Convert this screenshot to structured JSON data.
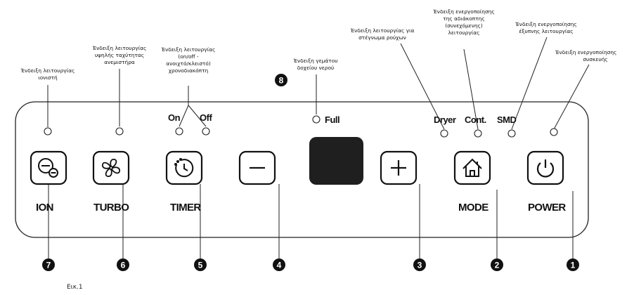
{
  "annotations": {
    "ioniser": [
      "Ένδειξη λειτουργίας",
      "ιονιστή"
    ],
    "turbo": [
      "Ένδειξη λειτουργίας",
      "υψηλής ταχύτητας",
      "ανεμιστήρα"
    ],
    "timer": [
      "Ένδειξη λειτουργίας",
      "(on/off -",
      "ανοιχτό/κλειστό)",
      "χρονοδιακόπτη"
    ],
    "full": [
      "Ένδειξη γεμάτου",
      "δοχείου νερού"
    ],
    "dryer": [
      "Ένδειξη λειτουργίας για",
      "στέγνωμα ρούχων"
    ],
    "cont": [
      "Ένδειξη",
      "ενεργοποίησης",
      "της αδιάκοπτης",
      "(συνεχόμενης)",
      "λειτουργίας"
    ],
    "smd": [
      "Ένδειξη ενεργοποίησης",
      "έξυπνης λειτουργίας"
    ],
    "power": [
      "Ένδειξη ενεργοποίησης",
      "συσκευής"
    ]
  },
  "indicator_labels": {
    "on": "On",
    "off": "Off",
    "full": "Full",
    "dryer": "Dryer",
    "cont": "Cont.",
    "smd": "SMD"
  },
  "buttons": {
    "ion": "ION",
    "turbo": "TURBO",
    "timer": "TIMER",
    "mode": "MODE",
    "power": "POWER"
  },
  "numbers": {
    "power": "1",
    "mode": "2",
    "plus": "3",
    "minus": "4",
    "timer": "5",
    "turbo": "6",
    "ion": "7",
    "display": "8"
  },
  "icons": {
    "ion": "ion-icon",
    "turbo": "fan-icon",
    "timer": "timer-icon",
    "minus": "minus-icon",
    "plus": "plus-icon",
    "mode": "home-icon",
    "power": "power-icon"
  },
  "caption": "Εικ.1"
}
